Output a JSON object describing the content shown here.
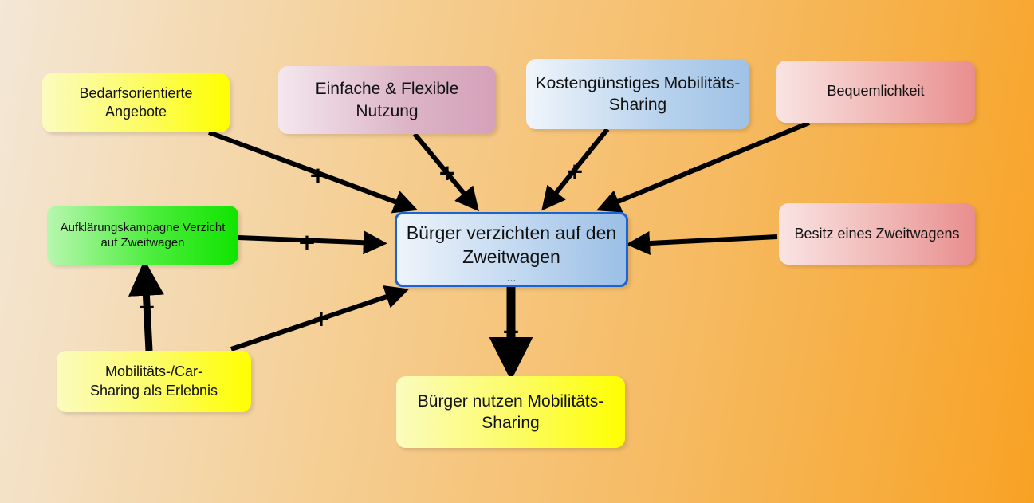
{
  "nodes": {
    "center": "Bürger verzichten auf den Zweitwagen",
    "center_ellipsis": "...",
    "bedarf": "Bedarfsorientierte Angebote",
    "einfach": "Einfache & Flexible Nutzung",
    "kosten": "Kostengünstiges Mobilitäts-Sharing",
    "bequem": "Bequemlichkeit",
    "aufklaerung": "Aufklärungskampagne Verzicht auf Zweitwagen",
    "besitz": "Besitz eines Zweitwagens",
    "erlebnis": "Mobilitäts-/Car-Sharing als Erlebnis",
    "nutzen": "Bürger nutzen Mobilitäts-Sharing"
  },
  "signs": {
    "bedarf": "+",
    "einfach": "+",
    "kosten": "+",
    "bequem": "–",
    "aufklaerung": "+",
    "besitz": "–",
    "erlebnis_center": "+",
    "erlebnis_aufklaerung": "+",
    "center_nutzen": "+"
  }
}
